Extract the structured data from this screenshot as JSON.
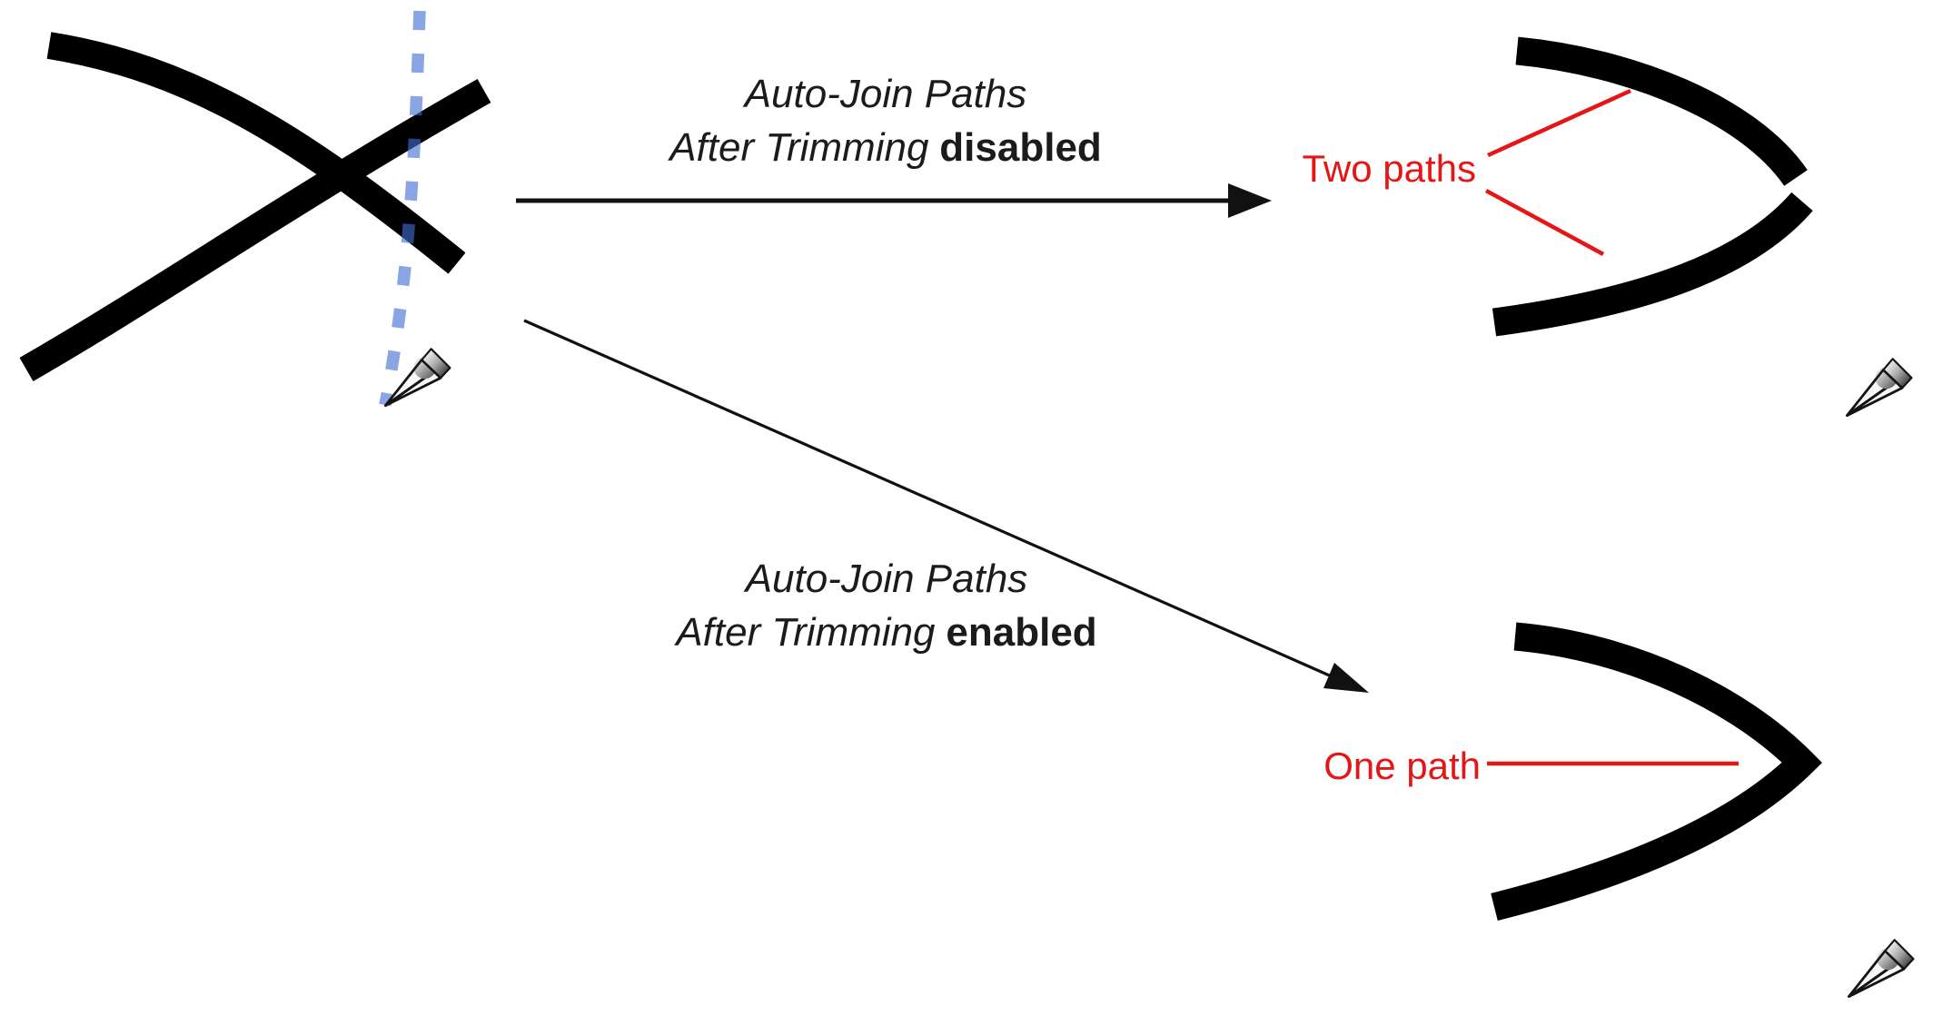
{
  "colors": {
    "background": "#ffffff",
    "path_stroke": "#000000",
    "arrow": "#111111",
    "annotation_red": "#e41616",
    "trim_line_blue": "rgba(64,110,211,0.62)",
    "label_text": "#1b1b1b"
  },
  "branch_disabled": {
    "label_line1": "Auto-Join Paths",
    "label_line2_italic": "After Trimming",
    "label_line2_bold": "disabled",
    "annotation": "Two paths"
  },
  "branch_enabled": {
    "label_line1": "Auto-Join Paths",
    "label_line2_italic": "After Trimming",
    "label_line2_bold": "enabled",
    "annotation": "One path"
  },
  "icons": {
    "knife_cursor": "knife-cursor-icon"
  }
}
